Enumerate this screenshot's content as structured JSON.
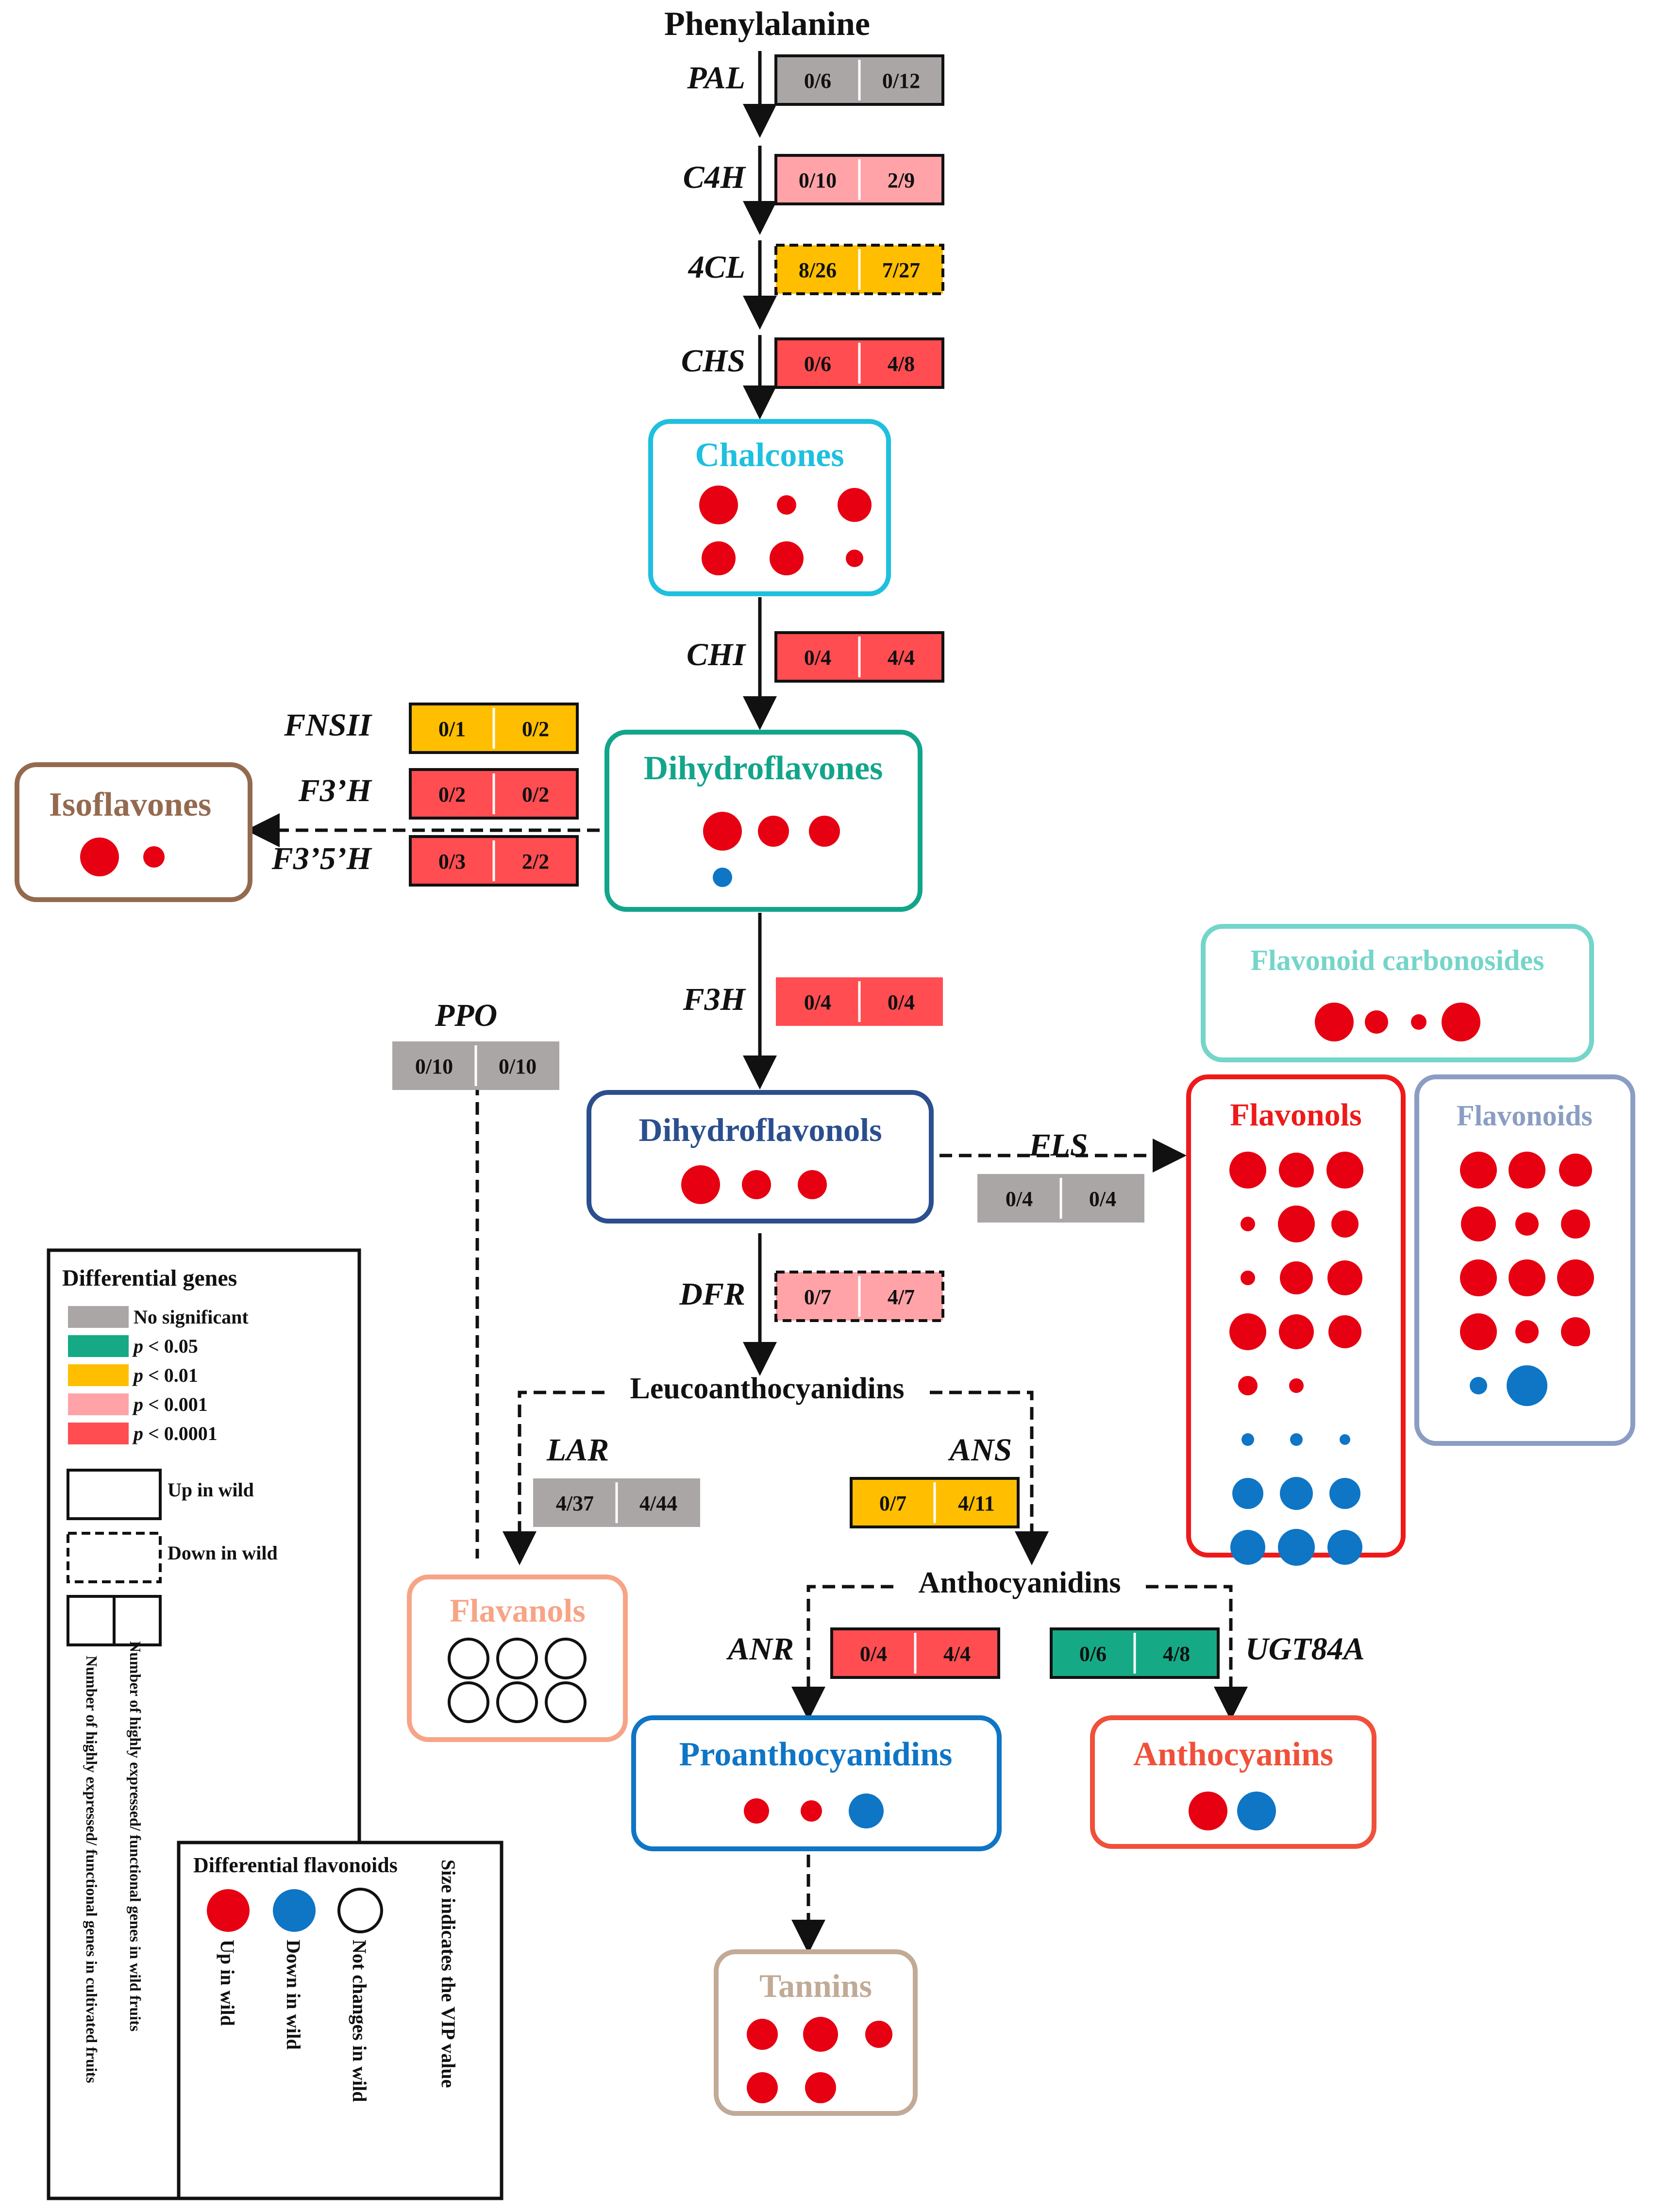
{
  "colors": {
    "no_significant": "#aaa6a5",
    "p005": "#15aa85",
    "p001": "#ffbe00",
    "p0001": "#ffa3a8",
    "p00001": "#ff4d51",
    "up": "#e60012",
    "down": "#0f75c5"
  },
  "labels": {
    "phenylalanine": "Phenylalanine",
    "leucoanthocyanidins": "Leucoanthocyanidins",
    "anthocyanidins": "Anthocyanidins"
  },
  "genes": [
    {
      "id": "pal",
      "name": "PAL",
      "left": "0/6",
      "right": "0/12",
      "significance": "no_significant",
      "regulation": "up"
    },
    {
      "id": "c4h",
      "name": "C4H",
      "left": "0/10",
      "right": "2/9",
      "significance": "p0001",
      "regulation": "up"
    },
    {
      "id": "4cl",
      "name": "4CL",
      "left": "8/26",
      "right": "7/27",
      "significance": "p001",
      "regulation": "down"
    },
    {
      "id": "chs",
      "name": "CHS",
      "left": "0/6",
      "right": "4/8",
      "significance": "p00001",
      "regulation": "up"
    },
    {
      "id": "chi",
      "name": "CHI",
      "left": "0/4",
      "right": "4/4",
      "significance": "p00001",
      "regulation": "up"
    },
    {
      "id": "fnsii",
      "name": "FNSII",
      "left": "0/1",
      "right": "0/2",
      "significance": "p001",
      "regulation": "up"
    },
    {
      "id": "f3ph",
      "name": "F3’H",
      "left": "0/2",
      "right": "0/2",
      "significance": "p00001",
      "regulation": "up"
    },
    {
      "id": "f35h",
      "name": "F3’5’H",
      "left": "0/3",
      "right": "2/2",
      "significance": "p00001",
      "regulation": "up"
    },
    {
      "id": "f3h",
      "name": "F3H",
      "left": "0/4",
      "right": "0/4",
      "significance": "p00001",
      "regulation": "none"
    },
    {
      "id": "ppo",
      "name": "PPO",
      "left": "0/10",
      "right": "0/10",
      "significance": "no_significant",
      "regulation": "none"
    },
    {
      "id": "fls",
      "name": "FLS",
      "left": "0/4",
      "right": "0/4",
      "significance": "no_significant",
      "regulation": "none"
    },
    {
      "id": "dfr",
      "name": "DFR",
      "left": "0/7",
      "right": "4/7",
      "significance": "p0001",
      "regulation": "down"
    },
    {
      "id": "lar",
      "name": "LAR",
      "left": "4/37",
      "right": "4/44",
      "significance": "no_significant",
      "regulation": "none"
    },
    {
      "id": "ans",
      "name": "ANS",
      "left": "0/7",
      "right": "4/11",
      "significance": "p001",
      "regulation": "up"
    },
    {
      "id": "anr",
      "name": "ANR",
      "left": "0/4",
      "right": "4/4",
      "significance": "p00001",
      "regulation": "up"
    },
    {
      "id": "ugt84a",
      "name": "UGT84A",
      "left": "0/6",
      "right": "4/8",
      "significance": "p005",
      "regulation": "up"
    }
  ],
  "groups": [
    {
      "id": "chalcones",
      "name": "Chalcones",
      "color": "#1ec0de",
      "dots": [
        {
          "size": 4,
          "reg": "up"
        },
        {
          "size": 2,
          "reg": "up"
        },
        {
          "size": 3.5,
          "reg": "up"
        },
        {
          "size": 3.5,
          "reg": "up"
        },
        {
          "size": 3.5,
          "reg": "up"
        },
        {
          "size": 1.8,
          "reg": "up"
        }
      ]
    },
    {
      "id": "dihydroflavones",
      "name": "Dihydroflavones",
      "color": "#13a58c",
      "dots": [
        {
          "size": 4,
          "reg": "up"
        },
        {
          "size": 3.2,
          "reg": "up"
        },
        {
          "size": 3.2,
          "reg": "up"
        },
        {
          "size": 2,
          "reg": "down"
        }
      ]
    },
    {
      "id": "isoflavones",
      "name": "Isoflavones",
      "color": "#946a4f",
      "dots": [
        {
          "size": 4,
          "reg": "up"
        },
        {
          "size": 2.2,
          "reg": "up"
        }
      ]
    },
    {
      "id": "dihydroflavonols",
      "name": "Dihydroflavonols",
      "color": "#2b4f8e",
      "dots": [
        {
          "size": 4,
          "reg": "up"
        },
        {
          "size": 3,
          "reg": "up"
        },
        {
          "size": 3,
          "reg": "up"
        }
      ]
    },
    {
      "id": "flavonoid_carbonosides",
      "name": "Flavonoid carbonosides",
      "color": "#74d5ca",
      "dots": [
        {
          "size": 4,
          "reg": "up"
        },
        {
          "size": 2.4,
          "reg": "up"
        },
        {
          "size": 1.6,
          "reg": "up"
        },
        {
          "size": 4,
          "reg": "up"
        }
      ]
    },
    {
      "id": "flavonols",
      "name": "Flavonols",
      "color": "#ee1a1a",
      "dots": [
        {
          "size": 3.8,
          "reg": "up"
        },
        {
          "size": 3.6,
          "reg": "up"
        },
        {
          "size": 3.8,
          "reg": "up"
        },
        {
          "size": 1.5,
          "reg": "up"
        },
        {
          "size": 3.8,
          "reg": "up"
        },
        {
          "size": 2.8,
          "reg": "up"
        },
        {
          "size": 1.5,
          "reg": "up"
        },
        {
          "size": 3.4,
          "reg": "up"
        },
        {
          "size": 3.6,
          "reg": "up"
        },
        {
          "size": 3.8,
          "reg": "up"
        },
        {
          "size": 3.6,
          "reg": "up"
        },
        {
          "size": 3.4,
          "reg": "up"
        },
        {
          "size": 2,
          "reg": "up"
        },
        {
          "size": 1.5,
          "reg": "up"
        },
        {
          "size": 0,
          "reg": "none"
        },
        {
          "size": 1.3,
          "reg": "down"
        },
        {
          "size": 1.3,
          "reg": "down"
        },
        {
          "size": 1.1,
          "reg": "down"
        },
        {
          "size": 3.2,
          "reg": "down"
        },
        {
          "size": 3.4,
          "reg": "down"
        },
        {
          "size": 3.2,
          "reg": "down"
        },
        {
          "size": 3.6,
          "reg": "down"
        },
        {
          "size": 3.8,
          "reg": "down"
        },
        {
          "size": 3.6,
          "reg": "down"
        }
      ]
    },
    {
      "id": "flavonoids",
      "name": "Flavonoids",
      "color": "#8b9dc3",
      "dots": [
        {
          "size": 3.8,
          "reg": "up"
        },
        {
          "size": 3.8,
          "reg": "up"
        },
        {
          "size": 3.4,
          "reg": "up"
        },
        {
          "size": 3.6,
          "reg": "up"
        },
        {
          "size": 2.4,
          "reg": "up"
        },
        {
          "size": 3,
          "reg": "up"
        },
        {
          "size": 3.8,
          "reg": "up"
        },
        {
          "size": 3.8,
          "reg": "up"
        },
        {
          "size": 3.8,
          "reg": "up"
        },
        {
          "size": 3.8,
          "reg": "up"
        },
        {
          "size": 2.4,
          "reg": "up"
        },
        {
          "size": 3,
          "reg": "up"
        },
        {
          "size": 1.8,
          "reg": "down"
        },
        {
          "size": 4.2,
          "reg": "down"
        },
        {
          "size": 0,
          "reg": "none"
        }
      ]
    },
    {
      "id": "flavanols",
      "name": "Flavanols",
      "color": "#f7a486",
      "dots": [
        {
          "size": 4,
          "reg": "none"
        },
        {
          "size": 4,
          "reg": "none"
        },
        {
          "size": 4,
          "reg": "none"
        },
        {
          "size": 4,
          "reg": "none"
        },
        {
          "size": 4,
          "reg": "none"
        },
        {
          "size": 4,
          "reg": "none"
        }
      ]
    },
    {
      "id": "proanthocyanidins",
      "name": "Proanthocyanidins",
      "color": "#0f75c5",
      "dots": [
        {
          "size": 2.6,
          "reg": "up"
        },
        {
          "size": 2.2,
          "reg": "up"
        },
        {
          "size": 3.6,
          "reg": "down"
        }
      ]
    },
    {
      "id": "anthocyanins",
      "name": "Anthocyanins",
      "color": "#f0503a",
      "dots": [
        {
          "size": 4,
          "reg": "up"
        },
        {
          "size": 4,
          "reg": "down"
        }
      ]
    },
    {
      "id": "tannins",
      "name": "Tannins",
      "color": "#c1aa96",
      "dots": [
        {
          "size": 3.2,
          "reg": "up"
        },
        {
          "size": 3.6,
          "reg": "up"
        },
        {
          "size": 2.8,
          "reg": "up"
        },
        {
          "size": 3.2,
          "reg": "up"
        },
        {
          "size": 3.2,
          "reg": "up"
        }
      ]
    }
  ],
  "legend_genes": {
    "title": "Differential  genes",
    "items": [
      {
        "key": "no_significant",
        "text": "No significant"
      },
      {
        "key": "p005",
        "prefix": "p",
        "text": " < 0.05"
      },
      {
        "key": "p001",
        "prefix": "p",
        "text": " < 0.01"
      },
      {
        "key": "p0001",
        "prefix": "p",
        "text": " < 0.001"
      },
      {
        "key": "p00001",
        "prefix": "p",
        "text": " < 0.0001"
      }
    ],
    "up_text": "Up  in wild",
    "down_text": "Down in wild",
    "left_cell_text": "Number of highly expressed/ functional genes in cultivated fruits",
    "right_cell_text": "Number of highly expressed/ functional genes in wild fruits"
  },
  "legend_flavonoids": {
    "title": "Differential flavonoids",
    "up": "Up in wild",
    "down": "Down in wild",
    "none": "Not changes  in wild",
    "size_note": "Size indicates the VIP value"
  }
}
